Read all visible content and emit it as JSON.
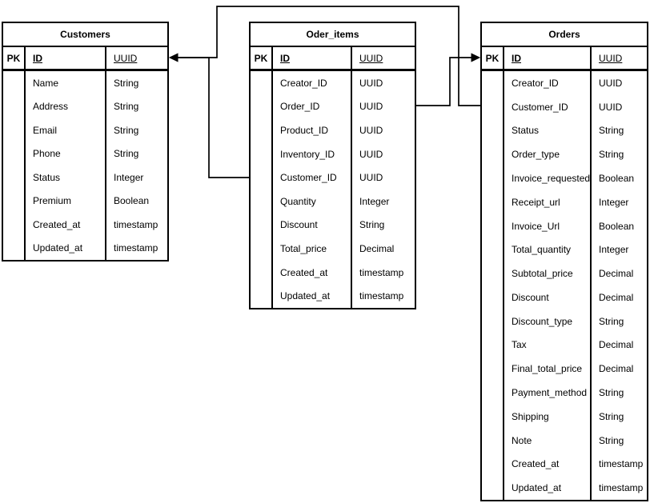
{
  "diagram": {
    "background_color": "#ffffff",
    "stroke_color": "#000000",
    "text_color": "#000000",
    "tables": [
      {
        "title": "Customers",
        "header": {
          "pk": "PK",
          "id": "ID",
          "type": "UUID"
        },
        "rows": [
          {
            "name": "Name",
            "type": "String"
          },
          {
            "name": "Address",
            "type": "String"
          },
          {
            "name": "Email",
            "type": "String"
          },
          {
            "name": "Phone",
            "type": "String"
          },
          {
            "name": "Status",
            "type": "Integer"
          },
          {
            "name": "Premium",
            "type": "Boolean"
          },
          {
            "name": "Created_at",
            "type": "timestamp"
          },
          {
            "name": "Updated_at",
            "type": "timestamp"
          }
        ]
      },
      {
        "title": "Oder_items",
        "header": {
          "pk": "PK",
          "id": "ID",
          "type": "UUID"
        },
        "rows": [
          {
            "name": "Creator_ID",
            "type": "UUID"
          },
          {
            "name": "Order_ID",
            "type": "UUID"
          },
          {
            "name": "Product_ID",
            "type": "UUID"
          },
          {
            "name": "Inventory_ID",
            "type": "UUID"
          },
          {
            "name": "Customer_ID",
            "type": "UUID"
          },
          {
            "name": "Quantity",
            "type": "Integer"
          },
          {
            "name": "Discount",
            "type": "String"
          },
          {
            "name": "Total_price",
            "type": "Decimal"
          },
          {
            "name": "Created_at",
            "type": "timestamp"
          },
          {
            "name": "Updated_at",
            "type": "timestamp"
          }
        ]
      },
      {
        "title": "Orders",
        "header": {
          "pk": "PK",
          "id": "ID",
          "type": "UUID"
        },
        "rows": [
          {
            "name": "Creator_ID",
            "type": "UUID"
          },
          {
            "name": "Customer_ID",
            "type": "UUID"
          },
          {
            "name": "Status",
            "type": "String"
          },
          {
            "name": "Order_type",
            "type": "String"
          },
          {
            "name": "Invoice_requested",
            "type": "Boolean"
          },
          {
            "name": "Receipt_url",
            "type": "Integer"
          },
          {
            "name": "Invoice_Url",
            "type": "Boolean"
          },
          {
            "name": "Total_quantity",
            "type": "Integer"
          },
          {
            "name": "Subtotal_price",
            "type": "Decimal"
          },
          {
            "name": "Discount",
            "type": "Decimal"
          },
          {
            "name": "Discount_type",
            "type": "String"
          },
          {
            "name": "Tax",
            "type": "Decimal"
          },
          {
            "name": "Final_total_price",
            "type": "Decimal"
          },
          {
            "name": "Payment_method",
            "type": "String"
          },
          {
            "name": "Shipping",
            "type": "String"
          },
          {
            "name": "Note",
            "type": "String"
          },
          {
            "name": "Created_at",
            "type": "timestamp"
          },
          {
            "name": "Updated_at",
            "type": "timestamp"
          }
        ]
      }
    ],
    "connectors": [
      {
        "from": "Oder_items.Customer_ID",
        "to": "Customers.ID"
      },
      {
        "from": "Orders.Customer_ID",
        "to": "Customers.ID"
      },
      {
        "from": "Oder_items.Order_ID",
        "to": "Orders.ID"
      }
    ]
  }
}
